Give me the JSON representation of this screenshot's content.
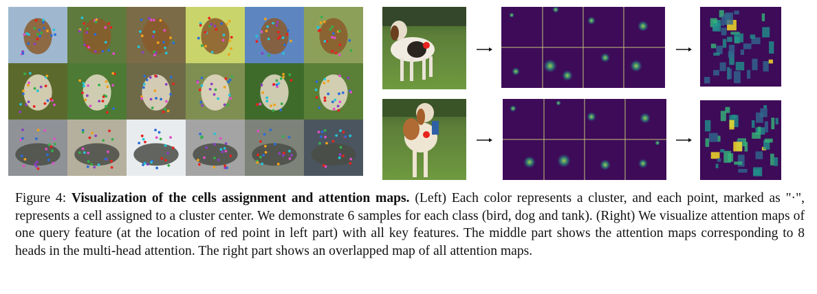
{
  "caption": {
    "label": "Figure 4:",
    "title": "Visualization of the cells assignment and attention maps.",
    "body_part1": " (Left) Each color represents a cluster, and each point, marked as ",
    "marker": "\"·\"",
    "body_part2": ", represents a cell assigned to a cluster center. We demonstrate 6 samples for each class (bird, dog and tank). (Right) We visualize attention maps of one query feature (at the location of red point in left part) with all key features. The middle part shows the attention maps corresponding to 8 heads in the multi-head attention. The right part shows an overlapped map of all attention maps."
  },
  "figure": {
    "left_rows": [
      {
        "class": "bird",
        "samples": 6,
        "bg": [
          "#9fb8cf",
          "#5e7a3c",
          "#7b6b46",
          "#c9d46a",
          "#5d86c0",
          "#8da05a"
        ],
        "subject": "#8a5a2b"
      },
      {
        "class": "dog",
        "samples": 6,
        "bg": [
          "#5b6a2c",
          "#4d7a34",
          "#6e6a48",
          "#7f8f52",
          "#3f6b2a",
          "#5a7f36"
        ],
        "subject": "#e6dcc8"
      },
      {
        "class": "tank",
        "samples": 6,
        "bg": [
          "#8f9296",
          "#b5b09e",
          "#e9ecef",
          "#a4a4a4",
          "#7d8378",
          "#4b5560"
        ],
        "subject": "#4a4d45"
      }
    ],
    "colors": {
      "heatmap_bg": "#3d0b58",
      "divider": "#c8c67a",
      "arrow": "#111111"
    }
  }
}
